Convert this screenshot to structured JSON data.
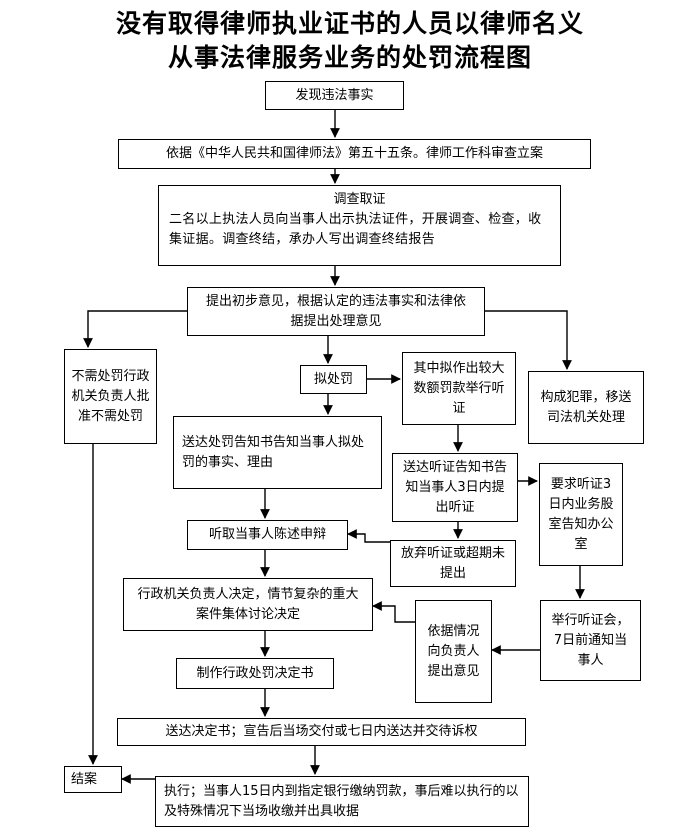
{
  "title": {
    "line1": "没有取得律师执业证书的人员以律师名义",
    "line2": "从事法律服务业务的处罚流程图"
  },
  "nodes": {
    "discover": "发现违法事实",
    "register": "依据《中华人民共和国律师法》第五十五条。律师工作科审查立案",
    "investigate_title": "调查取证",
    "investigate_body": "二名以上执法人员向当事人出示执法证件，开展调查、检查，收集证据。调查终结，承办人写出调查终结报告",
    "opinion": "提出初步意见，根据认定的违法事实和法律依据提出处理意见",
    "no_penalty": "不需处罚行政机关负责人批准不需处罚",
    "proposed_penalty": "拟处罚",
    "large_fine": "其中拟作出较大数额罚款举行听证",
    "crime": "构成犯罪，移送司法机关处理",
    "notice": "送达处罚告知书告知当事人拟处罚的事实、理由",
    "hearing_notice": "送达听证告知书告知当事人3日内提出听证",
    "request_hearing": "要求听证3日内业务股室告知办公室",
    "listen": "听取当事人陈述申辩",
    "waive": "放弃听证或超期未提出",
    "decide": "行政机关负责人决定，情节复杂的重大案件集体讨论决定",
    "report_opinion": "依据情况向负责人提出意见",
    "hold_hearing": "举行听证会，7日前通知当事人",
    "make_decision": "制作行政处罚决定书",
    "deliver": "送达决定书；宣告后当场交付或七日内送达并交待诉权",
    "close": "结案",
    "execute": "执行；当事人15日内到指定银行缴纳罚款，事后难以执行的以及特殊情况下当场收缴并出具收据"
  }
}
